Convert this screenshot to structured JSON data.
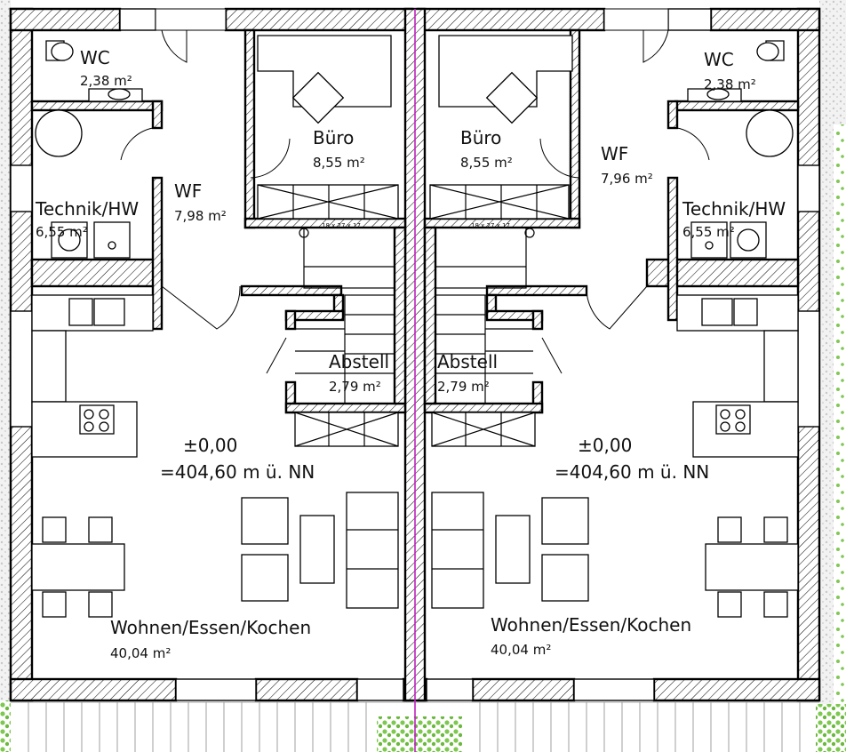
{
  "plan": {
    "level": "±0,00",
    "elevation": "=404,60 m ü. NN",
    "stair_note": "18 x 27 x 17",
    "rooms": {
      "wc": {
        "name": "WC",
        "area": "2,38 m²"
      },
      "buero": {
        "name": "Büro",
        "area": "8,55 m²"
      },
      "wf_left": {
        "name": "WF",
        "area": "7,98 m²"
      },
      "wf_right": {
        "name": "WF",
        "area": "7,96 m²"
      },
      "technik": {
        "name": "Technik/HW",
        "area": "6,55 m²"
      },
      "abstell": {
        "name": "Abstell",
        "area": "2,79 m²"
      },
      "wohnen": {
        "name": "Wohnen/Essen/Kochen",
        "area": "40,04 m²"
      }
    }
  },
  "colors": {
    "walls": "#000000",
    "party_line": "#c020c0",
    "hedge": "#7ec850",
    "gravel": "#dcdcdc"
  }
}
